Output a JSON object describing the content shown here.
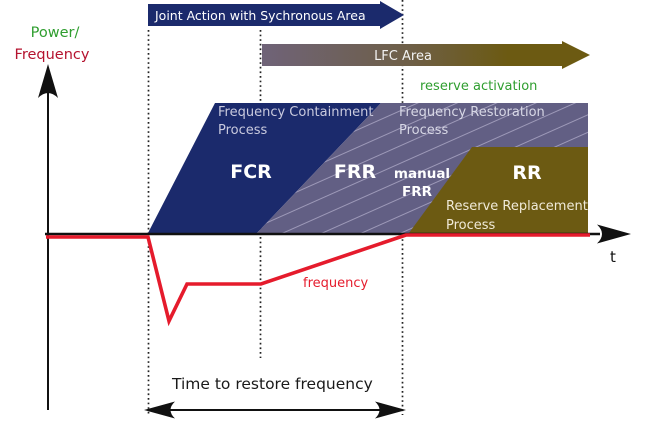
{
  "y_axis_label": {
    "line1": "Power/",
    "line2": "Frequency"
  },
  "x_axis_label": "t",
  "banners": {
    "joint_action": "Joint Action with Sychronous Area",
    "lfc_area": "LFC Area"
  },
  "annotations": {
    "reserve_activation": "reserve activation",
    "frequency_curve": "frequency",
    "time_to_restore": "Time to restore frequency"
  },
  "processes": {
    "fcp": {
      "name_line1": "Frequency Containment",
      "name_line2": "Process",
      "reserve_label": "FCR"
    },
    "frp": {
      "name_line1": "Frequency Restoration",
      "name_line2": "Process",
      "reserve_label": "FRR",
      "manual_line1": "manual",
      "manual_line2": "FRR"
    },
    "rrp": {
      "name_line1": "Reserve Replacement",
      "name_line2": "Process",
      "reserve_label": "RR"
    }
  },
  "colors": {
    "navy": "#1b2a6c",
    "purple": "#625f84",
    "olive": "#6c5a12",
    "lfc_gradient_start": "#6f6378",
    "lfc_gradient_mid": "#6e5f47",
    "lfc_gradient_end": "#6c5a12",
    "hatch_line": "#9d99b8",
    "green_text": "#2f9e2f",
    "red_line": "#e51b2c",
    "crimson_text": "#b5132f",
    "axis_black": "#111111",
    "process_label_light": "#c9cade",
    "white": "#ffffff"
  }
}
